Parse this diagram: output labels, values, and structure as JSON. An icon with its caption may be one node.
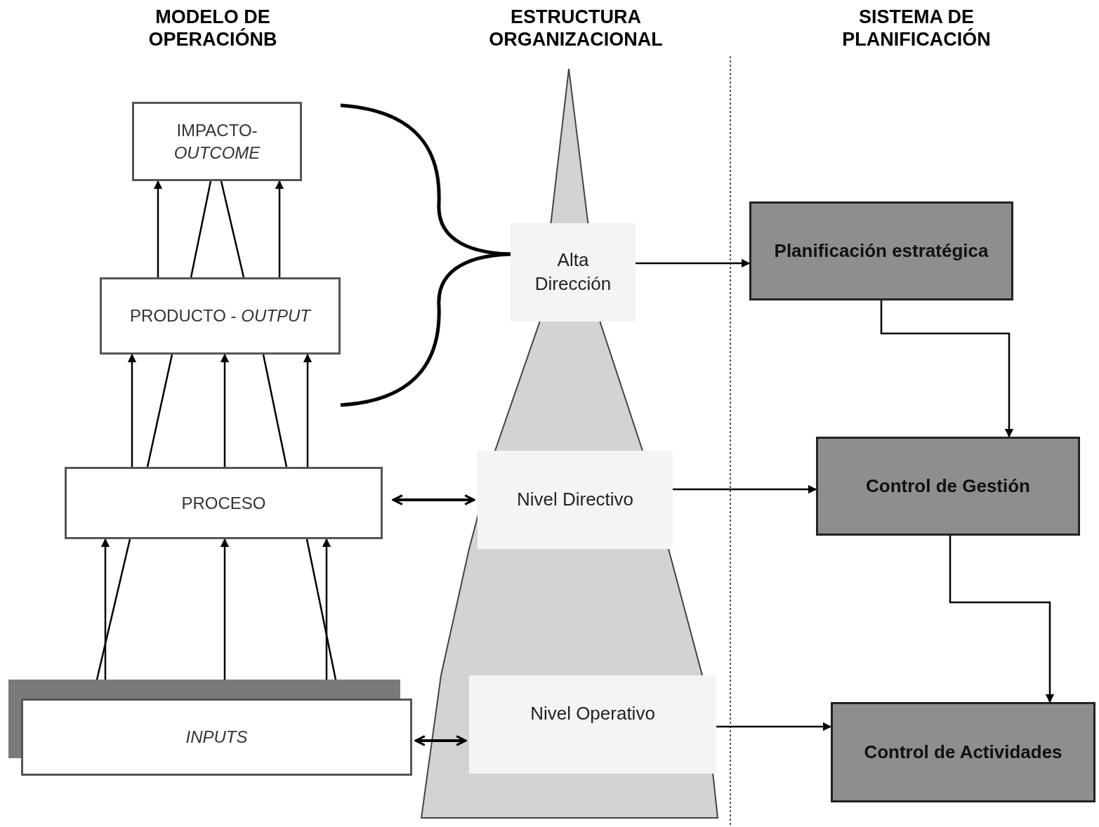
{
  "diagram": {
    "nodes": [
      {
        "text": [
          "IMPACTO- *OUTCOME*"
        ]
      },
      {
        "text": [
          "PRODUCTO - *OUTPUT*"
        ]
      },
      {
        "text": [
          "PROCESO"
        ]
      },
      {
        "text": [
          "INPUTS"
        ]
      },
      {
        "text": [
          "Alta Dirección"
        ]
      },
      {
        "text": [
          "Nivel Directivo"
        ]
      },
      {
        "text": [
          "Nivel Operativo"
        ]
      },
      {
        "text": [
          "Planificación estratégica"
        ]
      },
      {
        "text": [
          "Control de Gestión"
        ]
      },
      {
        "text": [
          "Control de Actividades"
        ]
      }
    ],
    "edges": [
      {
        "from": 1,
        "to": 0,
        "arrow": "to"
      },
      {
        "from": 1,
        "to": 0,
        "arrow": "to"
      },
      {
        "from": 2,
        "to": 1,
        "arrow": "to"
      },
      {
        "from": 2,
        "to": 1,
        "arrow": "to"
      },
      {
        "from": 2,
        "to": 1,
        "arrow": "to"
      },
      {
        "from": 3,
        "to": 2,
        "arrow": "to"
      },
      {
        "from": 3,
        "to": 2,
        "arrow": "to"
      },
      {
        "from": 3,
        "to": 2,
        "arrow": "to"
      },
      {
        "from": 2,
        "to": 5,
        "arrow": "both"
      },
      {
        "from": 3,
        "to": 6,
        "arrow": "both"
      },
      {
        "from": 4,
        "to": 7,
        "arrow": "to"
      },
      {
        "from": 5,
        "to": 8,
        "arrow": "to"
      },
      {
        "from": 6,
        "to": 9,
        "arrow": "to"
      },
      {
        "from": 7,
        "to": 8,
        "arrow": "to"
      },
      {
        "from": 8,
        "to": 9,
        "arrow": "to"
      },
      {
        "from": 0,
        "to": 1,
        "arrow": "none"
      },
      {
        "from": 0,
        "to": 1,
        "arrow": "none"
      },
      {
        "from": 1,
        "to": 2,
        "arrow": "none"
      },
      {
        "from": 1,
        "to": 2,
        "arrow": "none"
      },
      {
        "from": 2,
        "to": 3,
        "arrow": "none"
      },
      {
        "from": 2,
        "to": 3,
        "arrow": "none"
      }
    ],
    "labels": [
      "MODELO DE OPERACIÓNB",
      "ESTRUCTURA ORGANIZACIONAL",
      "SISTEMA DE PLANIFICACIÓN"
    ]
  }
}
